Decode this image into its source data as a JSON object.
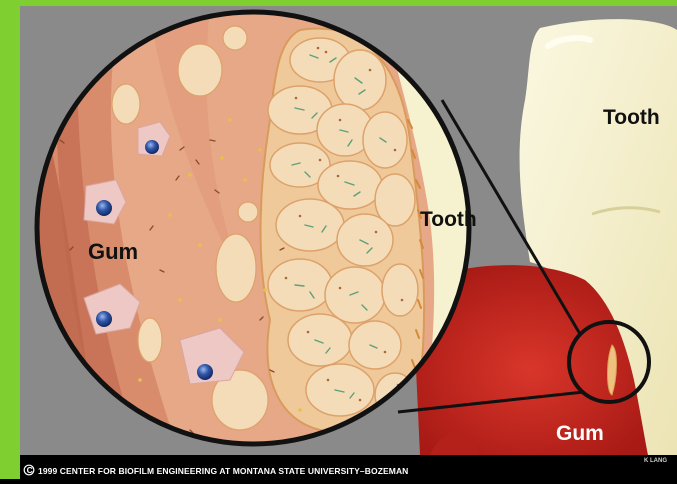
{
  "labels": {
    "tooth_main": "Tooth",
    "gum_main": "Gum",
    "tooth_zoom": "Tooth",
    "gum_zoom": "Gum"
  },
  "footer": {
    "copyright_symbol": "C",
    "copyright_text": "1999 CENTER FOR BIOFILM ENGINEERING AT MONTANA STATE UNIVERSITY–BOZEMAN",
    "artist_credit": "K LANG"
  },
  "colors": {
    "frame_green": "#7ecf2f",
    "background_gray": "#8a8a8a",
    "tooth_cream": "#f6f1cf",
    "gum_red": "#c8261c",
    "zoom_flesh": "#e8ad88",
    "biofilm_cluster": "#f3d9b4",
    "cell_nucleus": "#1f3f86"
  }
}
